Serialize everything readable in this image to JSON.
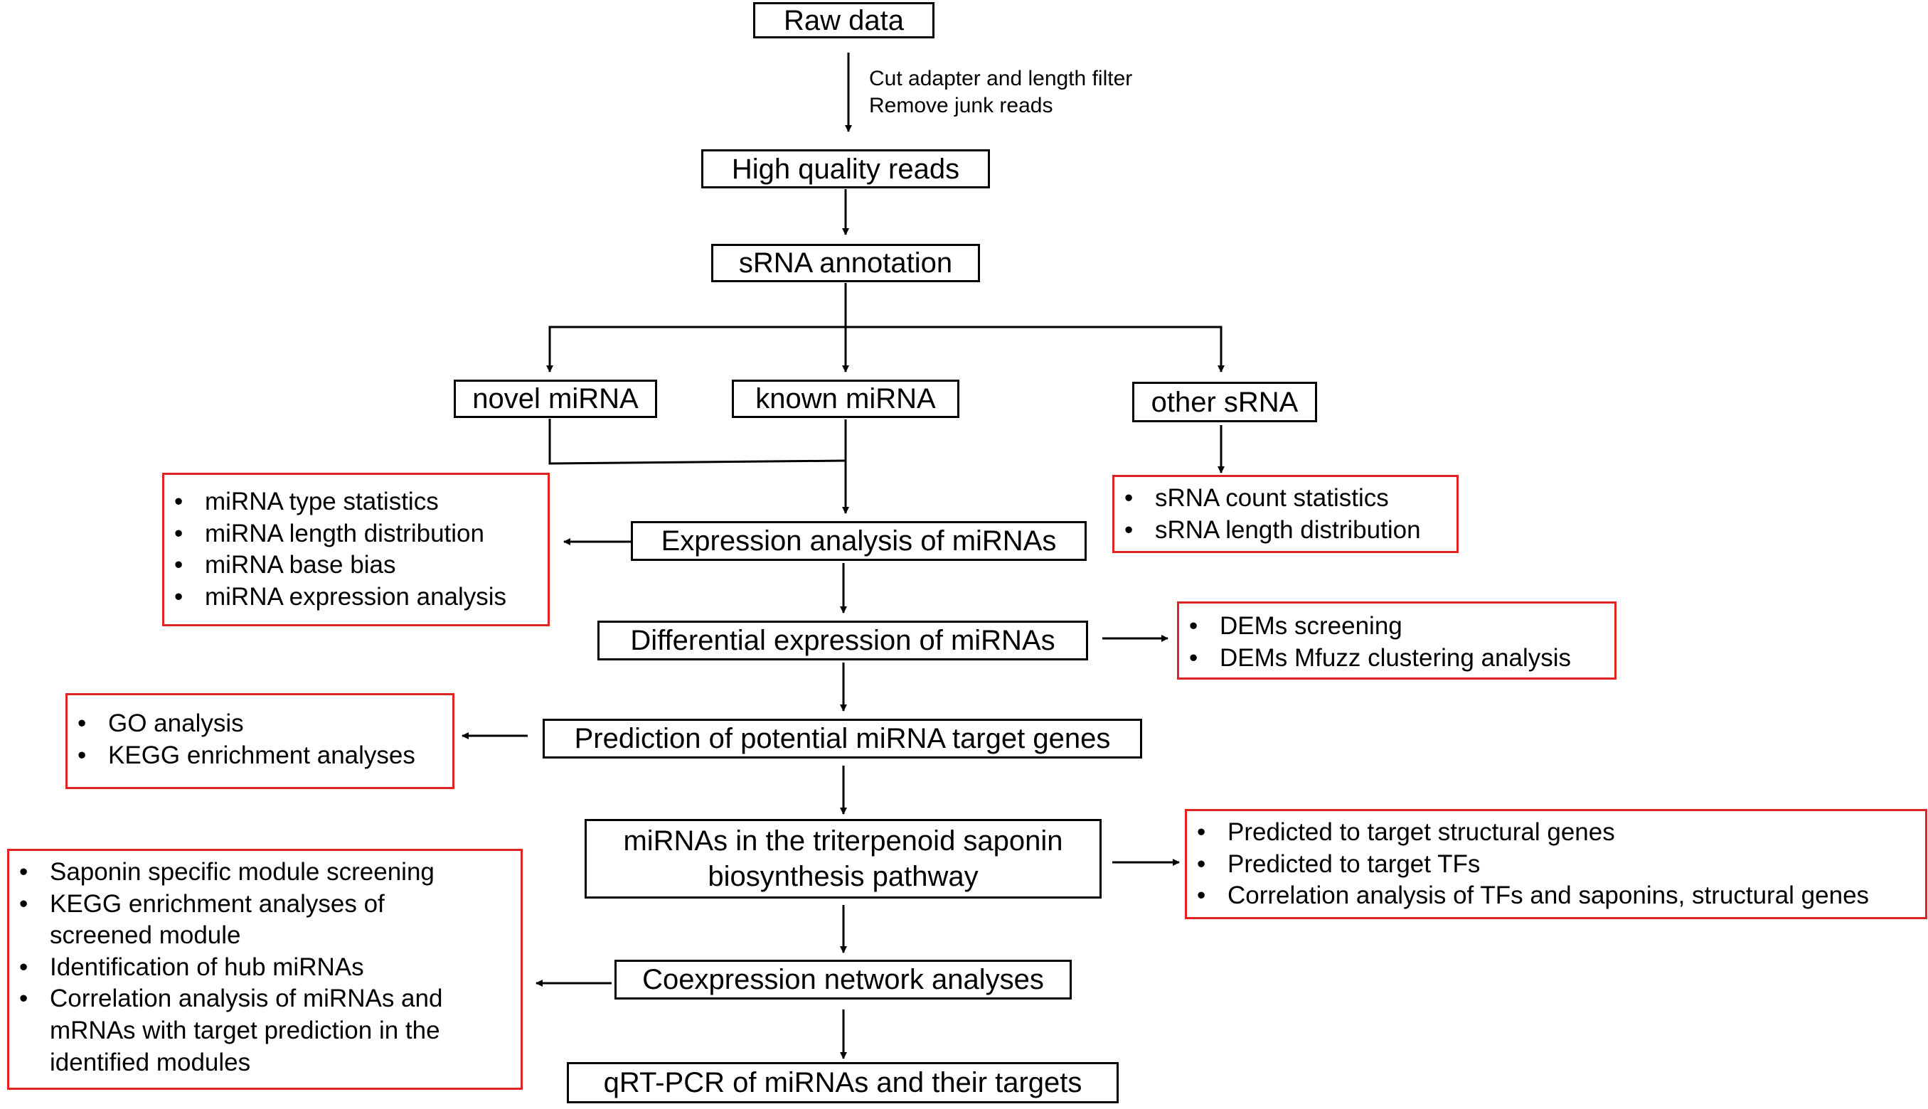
{
  "nodes": {
    "raw_data": "Raw data",
    "high_quality_reads": "High quality reads",
    "srna_annotation": "sRNA annotation",
    "novel_mirna": "novel miRNA",
    "known_mirna": "known miRNA",
    "other_srna": "other sRNA",
    "expression_analysis": "Expression analysis of miRNAs",
    "differential_expression": "Differential expression of miRNAs",
    "target_prediction": "Prediction of potential miRNA target genes",
    "saponin_pathway": [
      "miRNAs in the triterpenoid saponin",
      "biosynthesis pathway"
    ],
    "coexpression_network": "Coexpression network analyses",
    "qrt_pcr": "qRT-PCR of miRNAs and their targets"
  },
  "edge_labels": {
    "raw_to_reads": [
      "Cut adapter and length filter",
      "Remove junk reads"
    ]
  },
  "notes": {
    "mirna_statistics": [
      "miRNA type statistics",
      "miRNA length distribution",
      "miRNA base bias",
      "miRNA expression analysis"
    ],
    "srna_statistics": [
      "sRNA count statistics",
      "sRNA length distribution"
    ],
    "dems": [
      "DEMs screening",
      "DEMs Mfuzz clustering analysis"
    ],
    "enrichment": [
      "GO analysis",
      "KEGG enrichment analyses"
    ],
    "pathway_targets": [
      "Predicted to target structural genes",
      "Predicted to target TFs",
      "Correlation analysis of TFs and saponins, structural genes"
    ],
    "network_modules": [
      "Saponin specific module screening",
      "KEGG enrichment analyses of screened module",
      "Identification of hub miRNAs",
      "Correlation analysis of miRNAs and mRNAs with target prediction in the identified modules"
    ]
  },
  "colors": {
    "node_border": "#000000",
    "note_border": "#e02424",
    "arrow": "#000000"
  }
}
